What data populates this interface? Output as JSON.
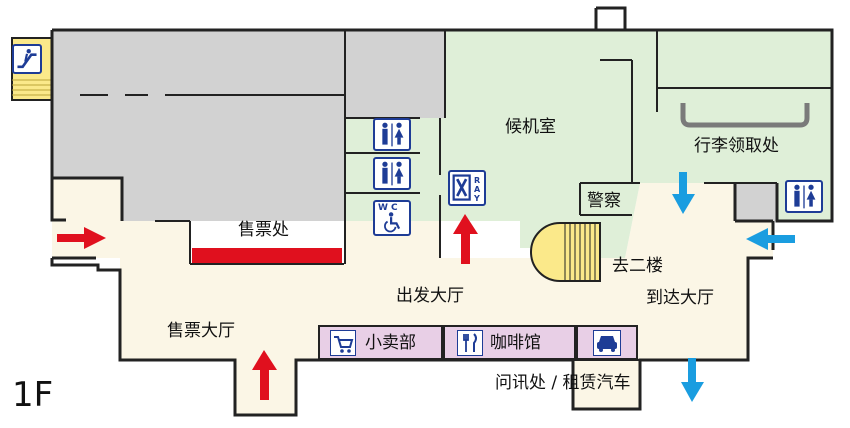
{
  "floor_label": "1F",
  "areas": {
    "ticket_office": "售票处",
    "waiting_room": "候机室",
    "police": "警察",
    "baggage_claim": "行李领取处",
    "upstairs": "去二楼",
    "departure_hall": "出发大厅",
    "arrival_hall": "到达大厅",
    "ticket_hall": "售票大厅",
    "info_rental": "问讯处 / 租赁汽车"
  },
  "shops": {
    "kiosk": "小卖部",
    "cafe": "咖啡馆"
  },
  "icon_text": {
    "wc": "W C",
    "xray": "RAY"
  },
  "colors": {
    "restricted_gray": "#d2d2d2",
    "waiting_green": "#dfefd8",
    "public_cream": "#fbf6e6",
    "shop_pink": "#e8cfe6",
    "entry_arrow_red": "#e0101e",
    "exit_arrow_blue": "#1a9de0",
    "icon_blue": "#1e3c96",
    "ticket_counter_red": "#e0101e",
    "stair_yellow": "#fbe98a"
  }
}
